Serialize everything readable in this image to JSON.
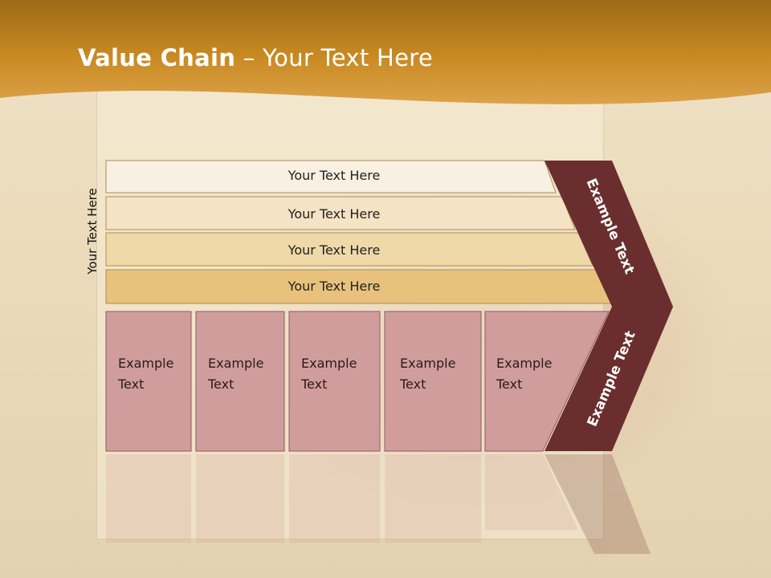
{
  "header": {
    "title_bold": "Value Chain",
    "title_rest": " – Your Text Here"
  },
  "side_label": "Your Text Here",
  "rows": [
    {
      "label": "Your Text Here",
      "fill": "#f8f0e2"
    },
    {
      "label": "Your Text Here",
      "fill": "#f4e3c4"
    },
    {
      "label": "Your Text Here",
      "fill": "#f0d9a8"
    },
    {
      "label": "Your Text Here",
      "fill": "#e8c27c"
    }
  ],
  "boxes": [
    {
      "line1": "Example",
      "line2": "Text"
    },
    {
      "line1": "Example",
      "line2": "Text"
    },
    {
      "line1": "Example",
      "line2": "Text"
    },
    {
      "line1": "Example",
      "line2": "Text"
    },
    {
      "line1": "Example",
      "line2": "Text"
    }
  ],
  "chevron_upper": "Example Text",
  "chevron_lower": "Example Text",
  "colors": {
    "header": "#c98a22",
    "box": "#d19c9c",
    "chevron": "#6b2e2e",
    "row_border": "#b08a55"
  }
}
